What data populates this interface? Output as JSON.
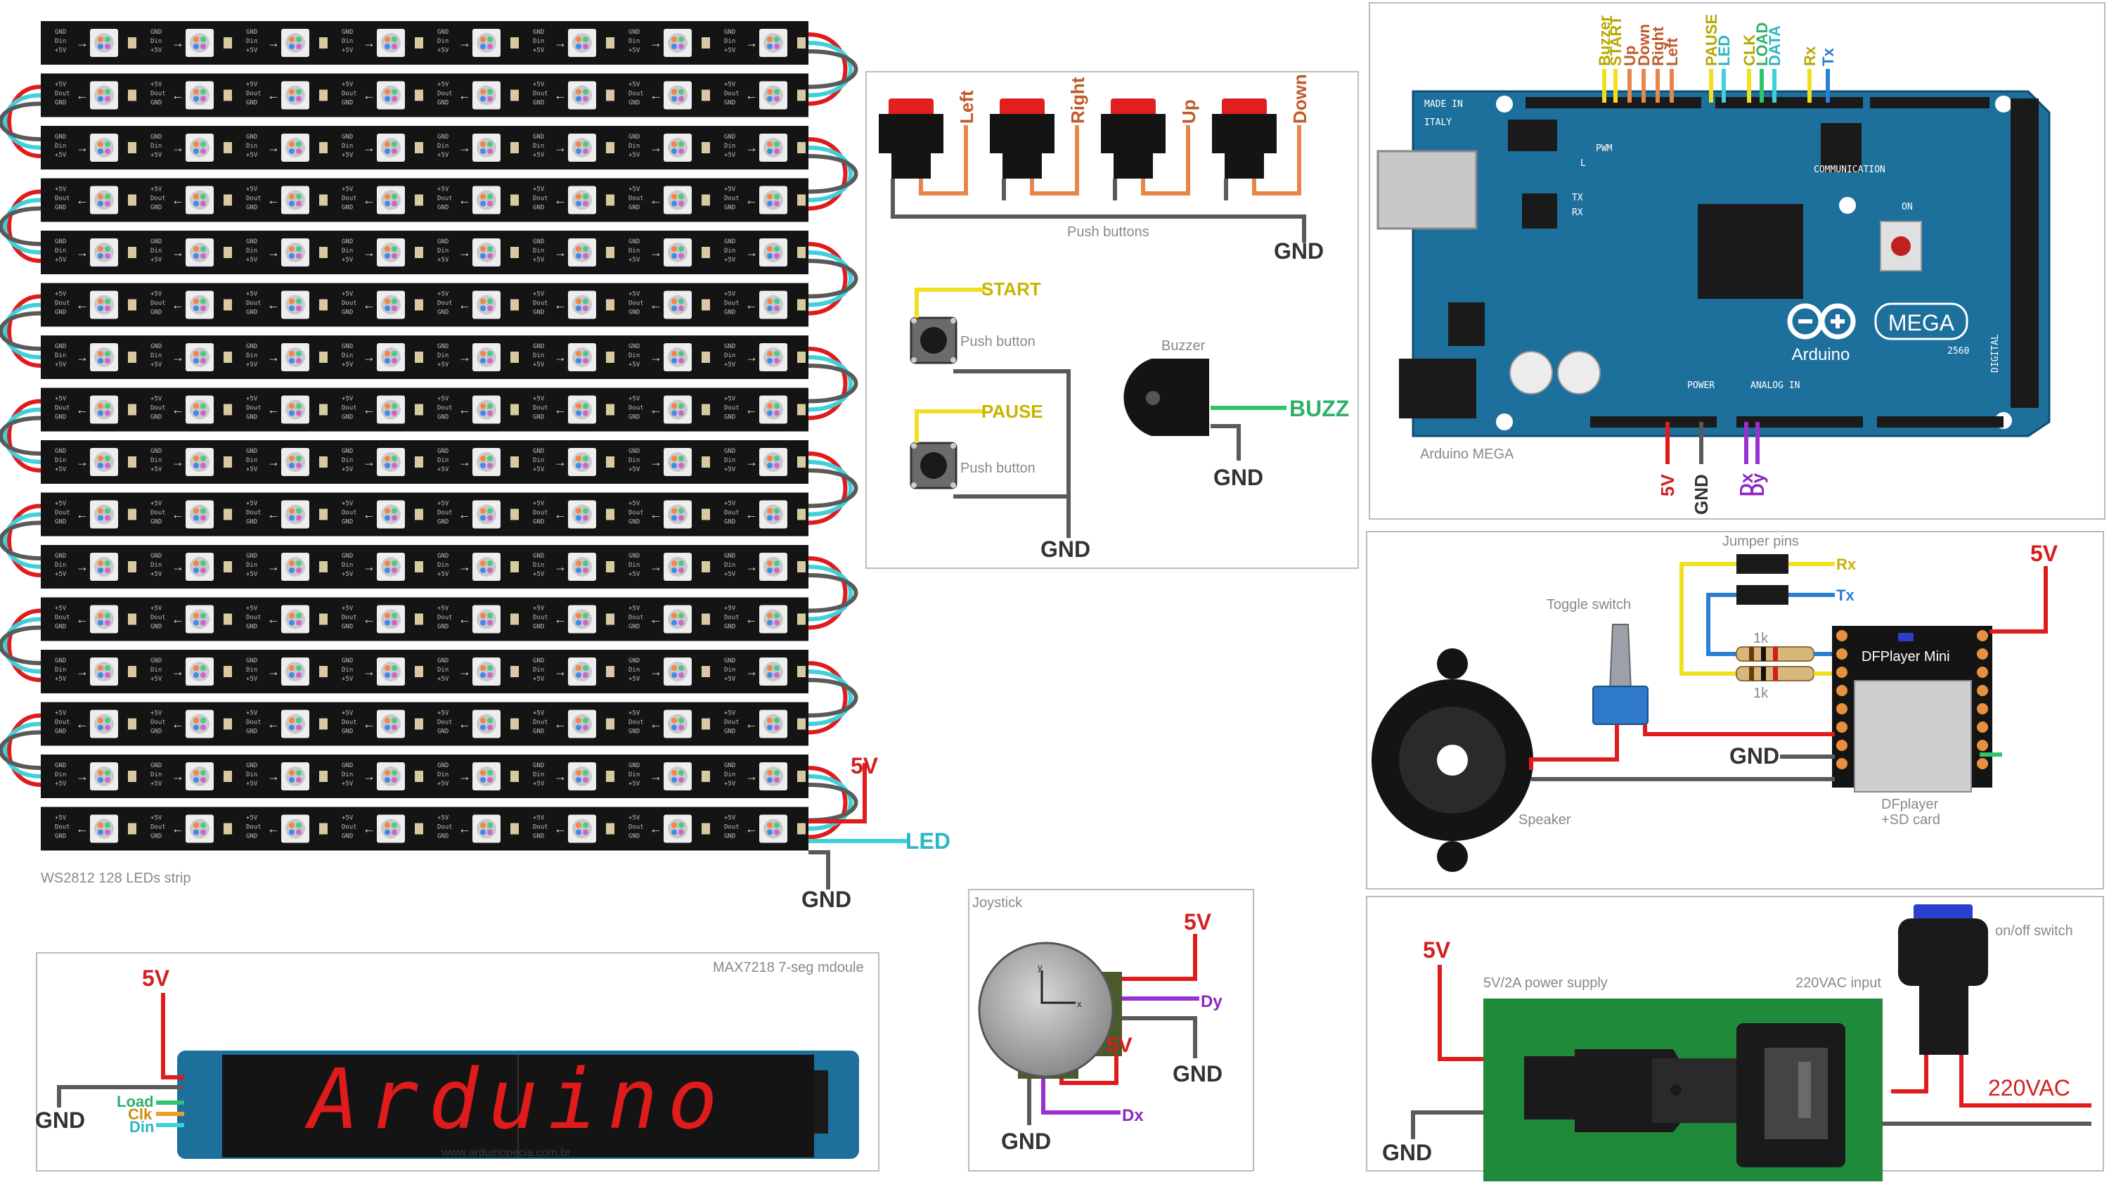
{
  "led_strip": {
    "caption": "WS2812 128 LEDs strip",
    "pad_labels": [
      "GND",
      "Din",
      "+5V"
    ],
    "pad_labels_rev": [
      "+5V",
      "Dout",
      "GND"
    ],
    "label_5v": "5V",
    "label_led": "LED",
    "label_gnd": "GND"
  },
  "push_buttons": {
    "caption": "Push buttons",
    "buttons": [
      "Left",
      "Right",
      "Up",
      "Down"
    ],
    "label_gnd": "GND"
  },
  "start_pause": {
    "start_label": "START",
    "pause_label": "PAUSE",
    "button_caption": "Push button",
    "label_gnd": "GND"
  },
  "buzzer": {
    "caption": "Buzzer",
    "signal_label": "BUZZ",
    "label_gnd": "GND"
  },
  "arduino": {
    "caption": "Arduino MEGA",
    "made_in": "MADE IN",
    "country": "ITALY",
    "brand": "Arduino",
    "model": "MEGA",
    "model_sub": "2560",
    "pwm": "PWM",
    "communication": "COMMUNICATION",
    "power": "POWER",
    "analog_in": "ANALOG IN",
    "digital": "DIGITAL",
    "top_wires": [
      "Buzzer",
      "START",
      "Up",
      "Down",
      "Right",
      "Left",
      "PAUSE",
      "LED",
      "CLK",
      "LOAD",
      "DATA",
      "Rx",
      "Tx"
    ],
    "bottom_wires": [
      "5V",
      "GND",
      "Dx",
      "Dy"
    ],
    "tx_label": "TX",
    "rx_label": "RX",
    "l_label": "L",
    "on_label": "ON"
  },
  "dfplayer": {
    "jumper_caption": "Jumper pins",
    "toggle_caption": "Toggle switch",
    "speaker_caption": "Speaker",
    "module_title": "DFPlayer Mini",
    "module_caption_1": "DFplayer",
    "module_caption_2": "+SD card",
    "resistor": "1k",
    "rx": "Rx",
    "tx": "Tx",
    "label_5v": "5V",
    "label_gnd": "GND"
  },
  "max7218": {
    "caption": "MAX7218 7-seg mdoule",
    "display_text": "Arduino",
    "signals": [
      "Load",
      "Clk",
      "Din"
    ],
    "watermark": "www.arduinopecia.com.br",
    "label_5v": "5V",
    "label_gnd": "GND"
  },
  "joystick": {
    "caption": "Joystick",
    "label_5v": "5V",
    "label_dy": "Dy",
    "label_dx": "Dx",
    "label_gnd": "GND",
    "label_gnd_bottom": "GND",
    "label_5v_inner": "5V",
    "axis_x": "x",
    "axis_y": "y"
  },
  "power_supply": {
    "psu_caption": "5V/2A power supply",
    "input_caption": "220VAC input",
    "switch_caption": "on/off switch",
    "ac_label": "220VAC",
    "label_5v": "5V",
    "label_gnd": "GND"
  },
  "colors": {
    "strip": "#141414",
    "red_wire": "#e01b1b",
    "gray_wire": "#5a5a5a",
    "cyan_wire": "#3fd0d8",
    "orange_wire": "#e8864a",
    "yellow_wire": "#f0e020",
    "green_wire": "#2fc46a",
    "purple_wire": "#9b30d0",
    "blue_wire": "#2a7fd4",
    "board": "#1d6f9c",
    "pcb_green": "#1f8a3a"
  }
}
